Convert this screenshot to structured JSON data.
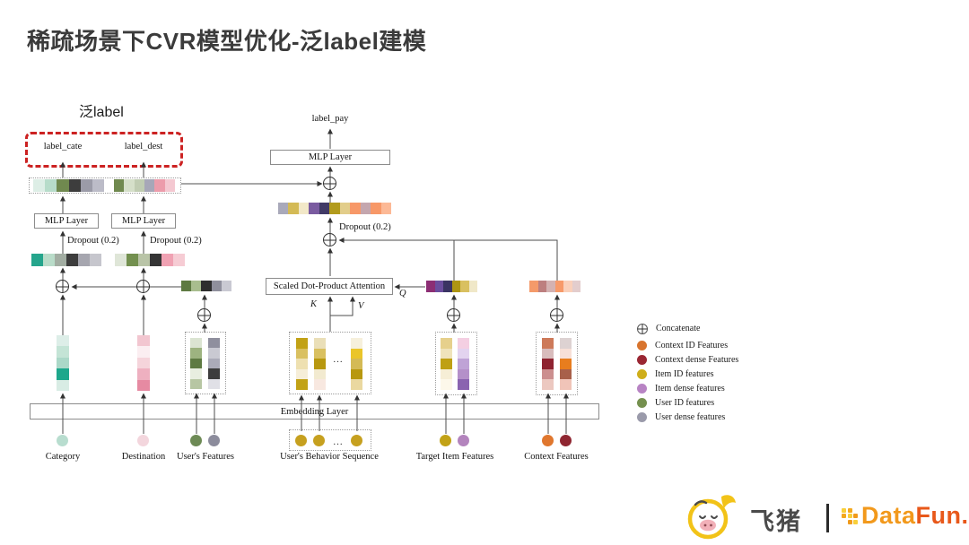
{
  "title": "稀疏场景下CVR模型优化-泛label建模",
  "diagram": {
    "fan_label": "泛label",
    "outputs": {
      "cate": "label_cate",
      "dest": "label_dest",
      "pay": "label_pay"
    },
    "mlp": "MLP Layer",
    "dropout": "Dropout (0.2)",
    "attention": "Scaled Dot-Product Attention",
    "embedding": "Embedding Layer",
    "q": "Q",
    "k": "K",
    "v": "V",
    "ellipsis": "...",
    "inputs": [
      {
        "label": "Category",
        "circles": [
          "#b8ddcf"
        ]
      },
      {
        "label": "Destination",
        "circles": [
          "#f3d6dd"
        ]
      },
      {
        "label": "User's Features",
        "circles": [
          "#6d8a55",
          "#8c8c9c"
        ]
      },
      {
        "label": "User's Behavior Sequence",
        "circles": [
          "#c6a01f",
          "#c6a01f",
          "#c6a01f"
        ]
      },
      {
        "label": "Target Item Features",
        "circles": [
          "#c2a216",
          "#b384bd"
        ]
      },
      {
        "label": "Context Features",
        "circles": [
          "#e0772e",
          "#8f2631"
        ]
      }
    ]
  },
  "bars": {
    "concat_left_a": [
      "#ddeee6",
      "#b7dcca",
      "#70894f",
      "#3d3d3d",
      "#9b9ba8",
      "#bcbcc8"
    ],
    "concat_left_b": [
      "#70894f",
      "#d5dfc9",
      "#c0ccb2",
      "#a7a7b8",
      "#ec9cab",
      "#f4c8d1"
    ],
    "hidden_cate": [
      "#25a58c",
      "#b9dcc9",
      "#a2ada2",
      "#3d3d3d",
      "#a6a6af",
      "#c6c6cd"
    ],
    "hidden_dest": [
      "#dfe6d8",
      "#73904f",
      "#b9c4a7",
      "#353535",
      "#f0a2b3",
      "#f6ccd4"
    ],
    "user_concat": [
      "#5e7a42",
      "#a8bd8e",
      "#2e2e2e",
      "#8f8f9c",
      "#c9c9d2"
    ],
    "center_concat": [
      "#a9a9ba",
      "#d4ba55",
      "#f2e8c8",
      "#7a5ba0",
      "#413a66",
      "#b29b1d",
      "#e2cd8a",
      "#f79868",
      "#c4a6ae",
      "#f79868",
      "#fcb996"
    ],
    "target_concat": [
      "#8c2e74",
      "#6b4d9e",
      "#3a3463",
      "#ae9612",
      "#d9c060",
      "#f0e8c8"
    ],
    "context_concat": [
      "#f49a6a",
      "#bd7f7f",
      "#d4b2b2",
      "#f79a6a",
      "#fad0ba",
      "#e3cdcd"
    ],
    "category_v": [
      "#ddeee8",
      "#c4e4d6",
      "#abd8c8",
      "#1ea78c",
      "#d8ece4"
    ],
    "destination_v": [
      "#f2c6d0",
      "#fbeef1",
      "#f5d4db",
      "#eeb0c0",
      "#e68aa2"
    ],
    "user_id_v": [
      "#dbe4d2",
      "#9db380",
      "#5e7a42",
      "#e8eee0",
      "#b7c6a3"
    ],
    "user_dense_v": [
      "#8f8f9e",
      "#c9c9d2",
      "#ababb8",
      "#3d3d3d",
      "#e0e0e6"
    ],
    "behavior_v1": [
      "#c2a216",
      "#d9c060",
      "#eee0b0",
      "#f6eed8",
      "#c2a216"
    ],
    "behavior_v2": [
      "#eadfb8",
      "#d9c060",
      "#b8980f",
      "#f2ead0",
      "#f8e8e0"
    ],
    "behavior_v3": [
      "#f6f0dc",
      "#eac52a",
      "#d4ba55",
      "#b8980f",
      "#ead8a0"
    ],
    "target_id_v": [
      "#e6d08c",
      "#efe3bb",
      "#bfa014",
      "#f6eed6",
      "#fdf8ea"
    ],
    "target_dense_v": [
      "#f4cfe2",
      "#e3d3ef",
      "#bfa3d6",
      "#b490c9",
      "#8a63b0"
    ],
    "context_dense_v": [
      "#cd7a5a",
      "#d8bcbc",
      "#8f2330",
      "#cc8f8f",
      "#ecc8c0"
    ],
    "context_id_v": [
      "#ddd2d2",
      "#f7e0d8",
      "#e87d1e",
      "#a8604a",
      "#f0c4b8"
    ]
  },
  "legend": {
    "concatenate": "Concatenate",
    "items": [
      {
        "label": "Context ID Features",
        "color": "#d8742e"
      },
      {
        "label": "Context dense Features",
        "color": "#9a2733"
      },
      {
        "label": "Item ID features",
        "color": "#cfae1a"
      },
      {
        "label": "Item dense features",
        "color": "#b884c4"
      },
      {
        "label": "User ID features",
        "color": "#75904f"
      },
      {
        "label": "User dense features",
        "color": "#9a9aaa"
      }
    ]
  },
  "footer": {
    "fliggy": "飞猪",
    "datafun_a": "Data",
    "datafun_b": "Fun."
  },
  "colors": {
    "dashed_box": "#cc2222",
    "datafun_a": "#f2991c",
    "datafun_b": "#e8581a"
  }
}
